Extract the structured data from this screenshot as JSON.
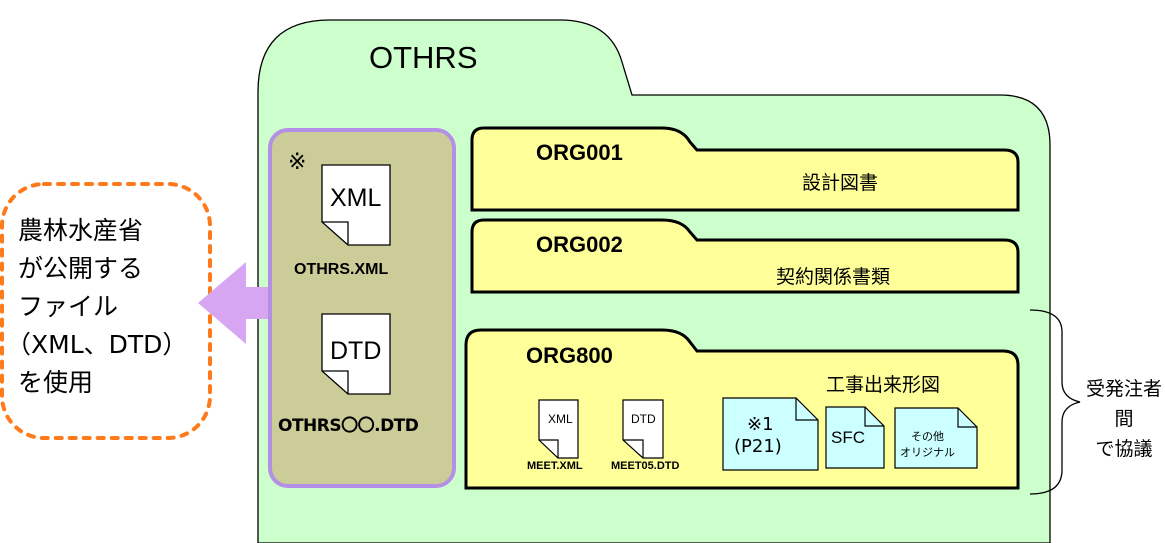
{
  "root": {
    "title": "OTHRS"
  },
  "callout": {
    "lines": [
      "農林水産省",
      "が公開する",
      "ファイル",
      "（XML、DTD）",
      "を使用"
    ]
  },
  "shared_files": {
    "marker": "※",
    "xml_icon": "XML",
    "xml_name": "OTHRS.XML",
    "dtd_icon": "DTD",
    "dtd_name": "OTHRS〇〇.DTD"
  },
  "folders": [
    {
      "name": "ORG001",
      "description": "設計図書"
    },
    {
      "name": "ORG002",
      "description": "契約関係書類"
    },
    {
      "name": "ORG800",
      "description": "工事出来形図"
    }
  ],
  "org800_files": {
    "xml_icon": "XML",
    "xml_name": "MEET.XML",
    "dtd_icon": "DTD",
    "dtd_name": "MEET05.DTD",
    "p21_line1": "※1",
    "p21_line2": "(P21)",
    "sfc": "SFC",
    "other_line1": "その他",
    "other_line2": "オリジナル"
  },
  "brace_label": {
    "lines": [
      "受発注者間",
      "で協議"
    ]
  },
  "colors": {
    "root_fill": "#ccffcc",
    "folder_fill": "#ffff99",
    "shared_fill": "#cccc99",
    "shared_border": "#b48fe6",
    "arrow": "#d7a6f2",
    "callout_border": "#ff7a1a",
    "p21_fill": "#ccffff"
  },
  "icons": [
    "folder-icon",
    "document-icon",
    "arrow-left-icon",
    "brace-icon"
  ]
}
